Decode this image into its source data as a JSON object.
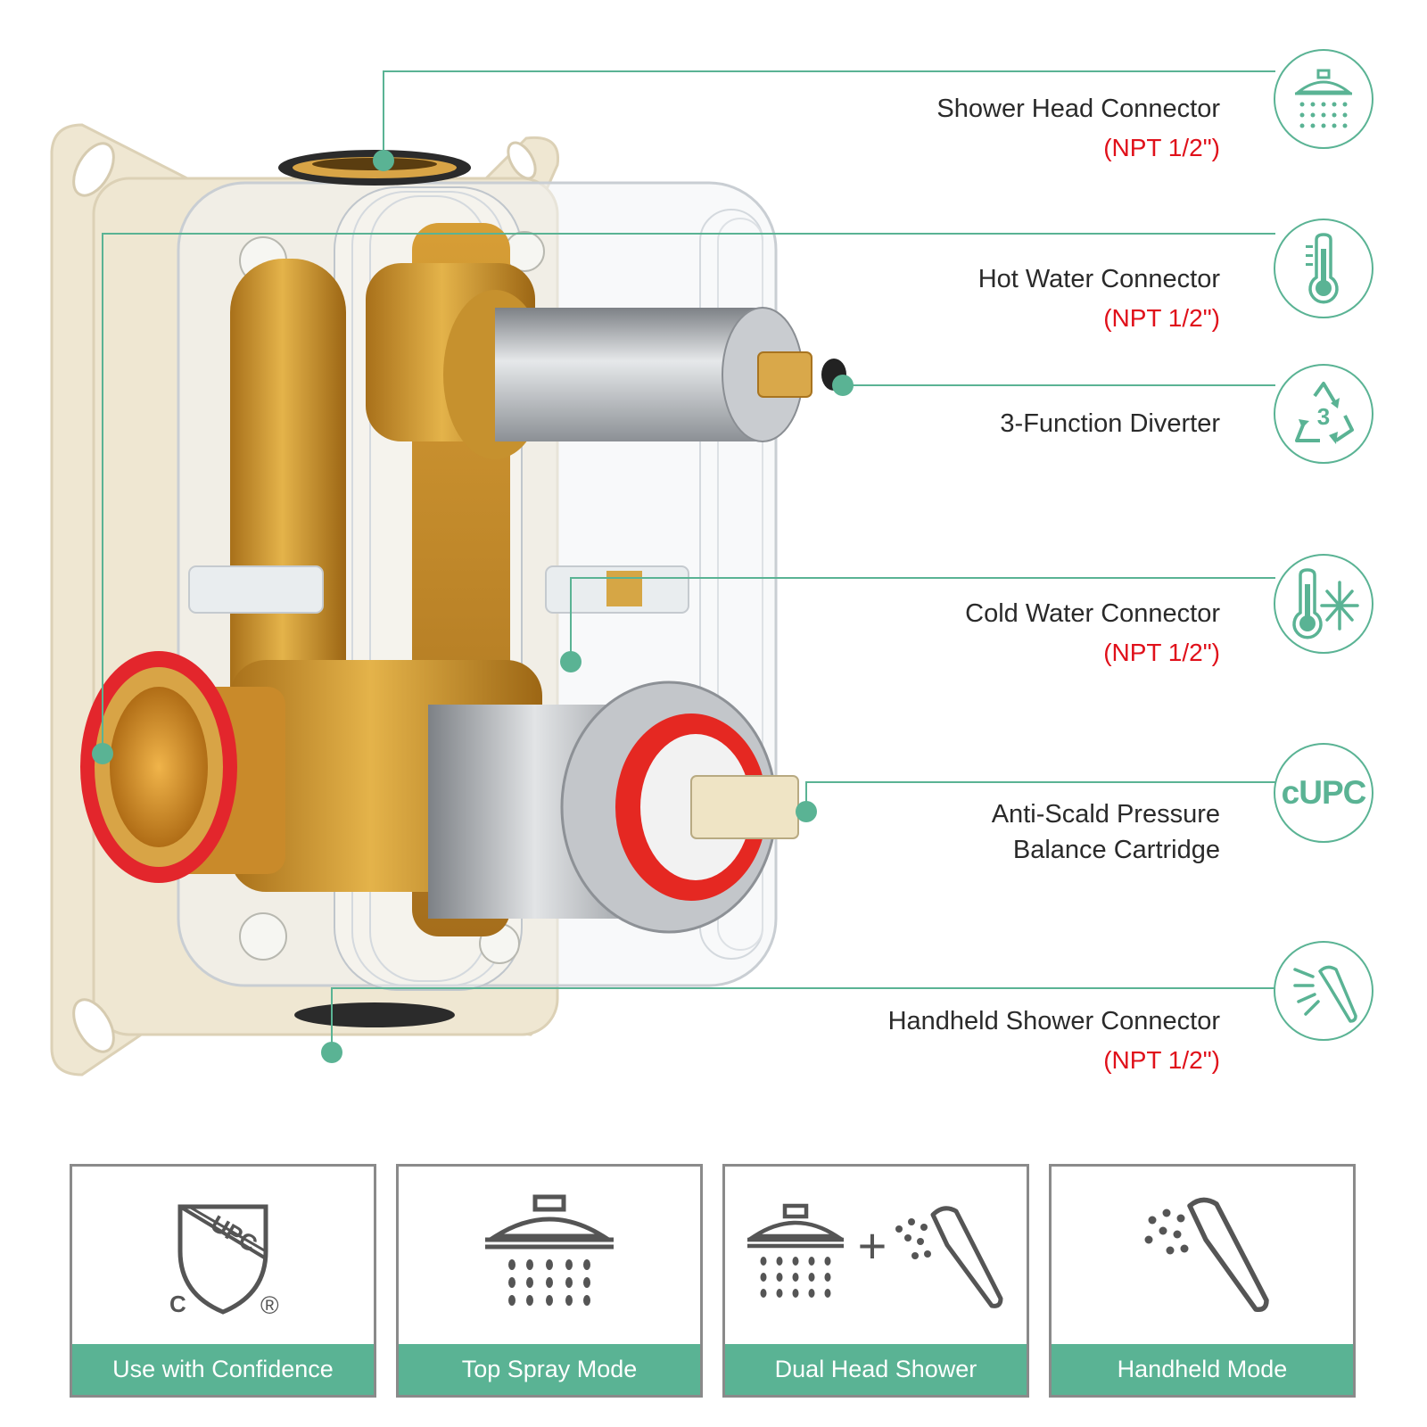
{
  "callouts": [
    {
      "name": "Shower Head Connector",
      "spec": "(NPT 1/2\")",
      "icon": "shower-head-icon"
    },
    {
      "name": "Hot Water Connector",
      "spec": "(NPT 1/2\")",
      "icon": "thermometer-icon"
    },
    {
      "name": "3-Function Diverter",
      "icon": "recycle-3-icon"
    },
    {
      "name": "Cold Water Connector",
      "spec": "(NPT 1/2\")",
      "icon": "cold-thermometer-icon"
    },
    {
      "name_line1": "Anti-Scald Pressure",
      "name_line2": "Balance Cartridge",
      "badge_text": "cUPC"
    },
    {
      "name": "Handheld Shower Connector",
      "spec": "(NPT 1/2\")",
      "icon": "handheld-shower-icon"
    }
  ],
  "features": [
    {
      "label": "Use with Confidence",
      "icon": "upc-shield-icon",
      "shield_text": "UPC",
      "mark_c": "C",
      "mark_r": "®"
    },
    {
      "label": "Top Spray Mode",
      "icon": "rain-shower-icon"
    },
    {
      "label": "Dual Head Shower",
      "icon": "dual-shower-icon",
      "plus": "+"
    },
    {
      "label": "Handheld Mode",
      "icon": "hand-shower-icon"
    }
  ],
  "colors": {
    "accent": "#5ab394",
    "spec_red": "#e0101a",
    "brass": "#c8902a",
    "chrome": "#b9bcbf",
    "bracket": "#efe7d2"
  }
}
